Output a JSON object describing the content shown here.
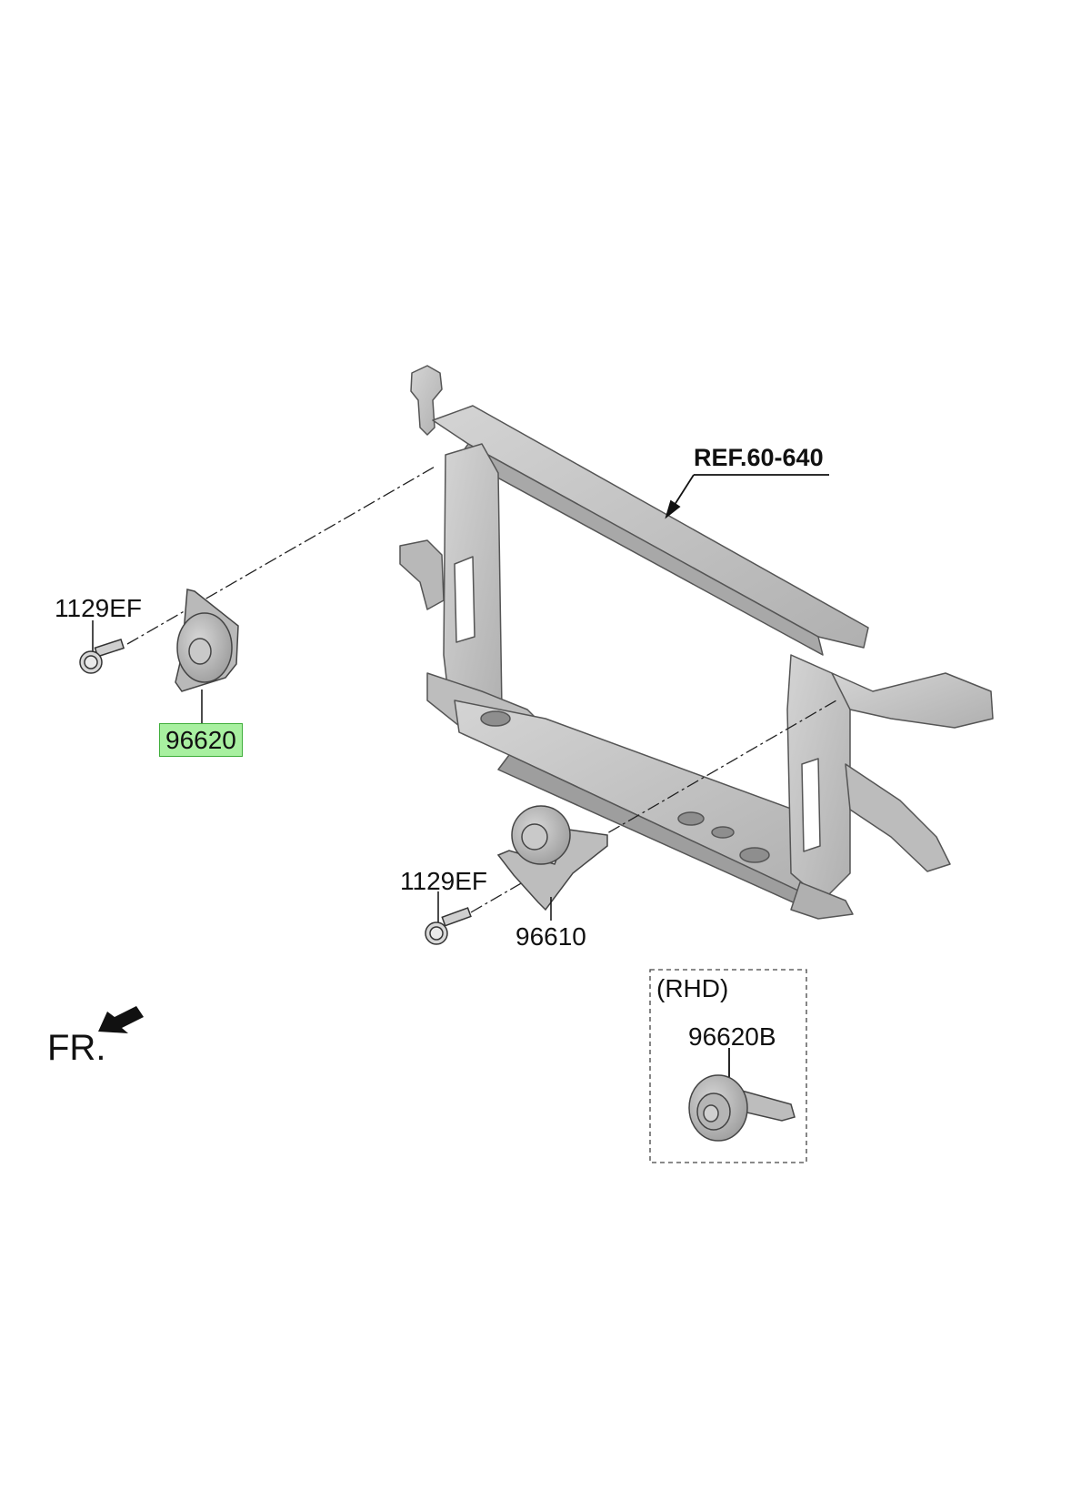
{
  "labels": {
    "ref": "REF.60-640",
    "bolt_left": "1129EF",
    "horn_left": "96620",
    "bolt_center": "1129EF",
    "horn_center": "96610",
    "rhd": "(RHD)",
    "horn_rhd": "96620B",
    "front": "FR."
  },
  "highlight_color": "#a8f0a0",
  "part_color": "#c8c8c8"
}
